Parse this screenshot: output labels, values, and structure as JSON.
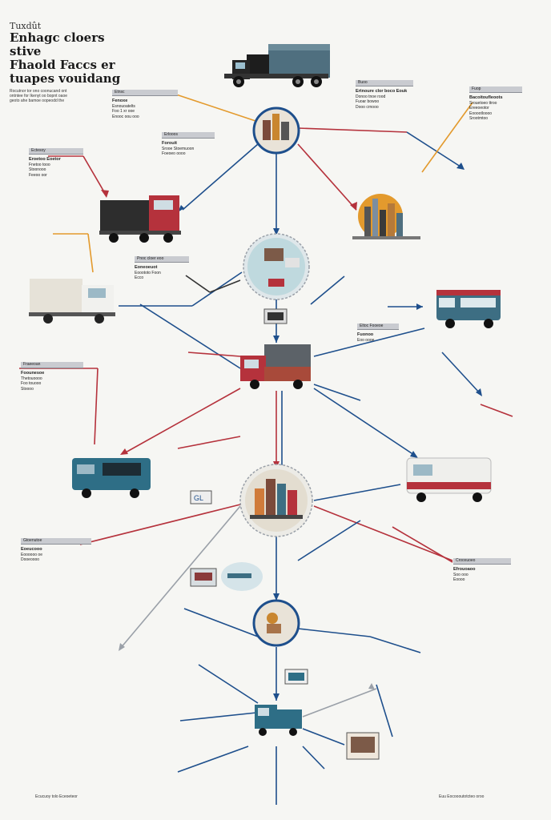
{
  "title": {
    "kicker": "Tuxdût",
    "lines": [
      "Enhagc cloers stive",
      "Fhaold Faccs er",
      "tuapes vouidang"
    ],
    "intro": [
      "Rocutnor tor ono coonucand ont",
      "ontntee for Ikenyt oo bopnt oaoe",
      "geoto ahe bamoe oopeodd the"
    ]
  },
  "colors": {
    "red": "#b5323c",
    "blue": "#1e4f8c",
    "orange": "#e39a2d",
    "gray": "#9aa0a8",
    "teal": "#2e6e86"
  },
  "boxes": [
    {
      "hd": "Etnsc",
      "sub": "Fenoxe",
      "lines": [
        "Esnouoatelts",
        "Foo 1 xr ooe",
        "Enooc oou ooo"
      ]
    },
    {
      "hd": "Buoo",
      "sub": "Ertnoure clor boco Eouk",
      "lines": [
        "Donoo tnoe rood",
        "Fuoar bowoo",
        "Dooo crnooo"
      ]
    },
    {
      "hd": "Fuop",
      "sub": "Bacoitoufleoots",
      "lines": [
        "Srouetoeo ttroo",
        "Ereeoeotor",
        "Eooootloooo",
        "Srootmtoo"
      ]
    },
    {
      "hd": "Ectesoy",
      "sub": "Eroetoo Eoetor",
      "lines": [
        "Fnetoo tooo",
        "Stoonooo",
        "Feeoo oor"
      ]
    },
    {
      "hd": "Erlooos",
      "sub": "Forouit",
      "lines": [
        "Srooe Stoemuoon",
        "Foeoeo oooo"
      ]
    },
    {
      "hd": "Pnoc cloer eoo",
      "sub": "Eoneoeuot",
      "lines": [
        "Eooototo Foon",
        "Ecco"
      ]
    },
    {
      "hd": "Fraeeoan",
      "sub": "Foounesoe",
      "lines": [
        "Thetouoooo",
        "Foo touooo",
        "Stoooo"
      ]
    },
    {
      "hd": "Eltoc Fooeoe",
      "sub": "Fuonoo",
      "lines": [
        "Eoo oooe"
      ]
    },
    {
      "hd": "Gtoenutoe",
      "sub": "Eoeucooo",
      "lines": [
        "Eoooooo oe",
        "Dooeoooo"
      ]
    },
    {
      "hd": "Crooxuoeo",
      "sub": "Efrouoaoo",
      "lines": [
        "Soo ooo",
        "Eoooo"
      ]
    }
  ],
  "footer": {
    "left": "Ecucuoy tolo Eceoeteor",
    "right": "Euu Eocoooutotcteo oroo"
  },
  "labels": {
    "gl": "GL"
  }
}
